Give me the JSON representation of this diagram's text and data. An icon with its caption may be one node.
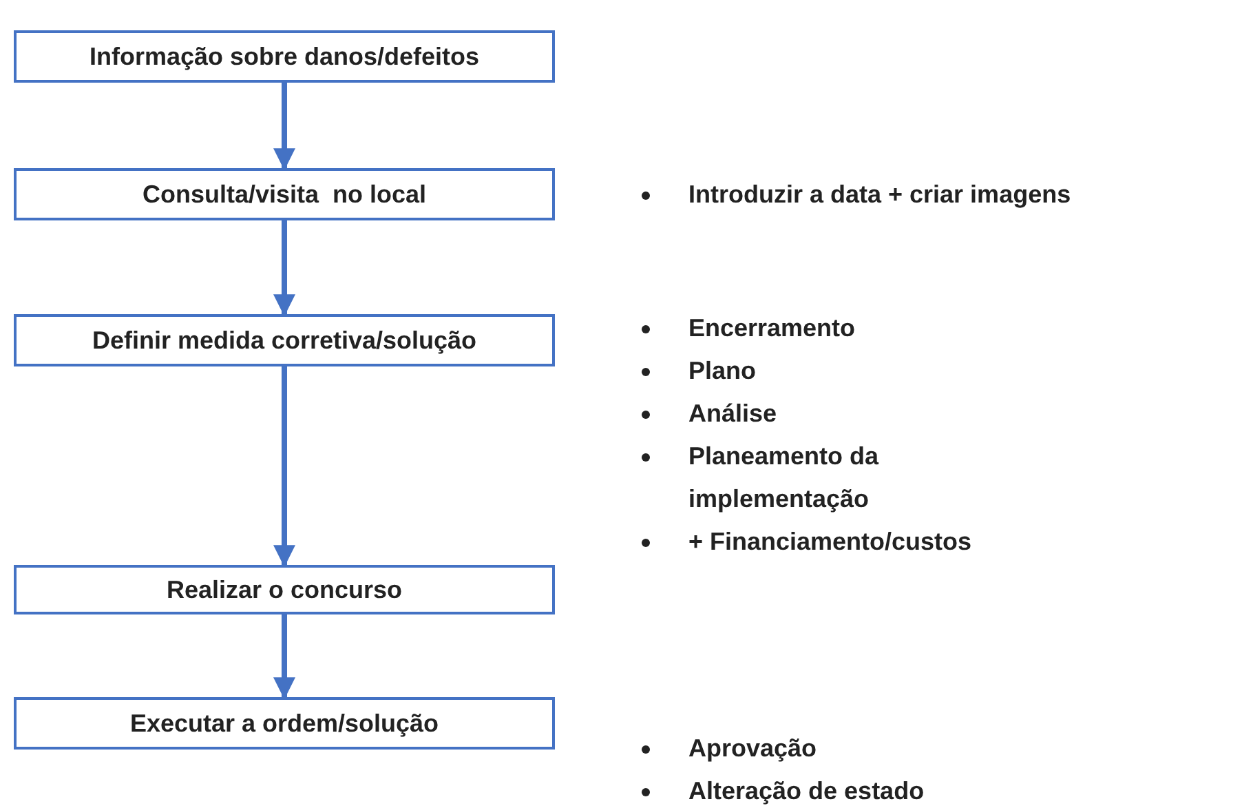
{
  "diagram": {
    "nodes": [
      {
        "text": [
          "Informação sobre danos/defeitos"
        ]
      },
      {
        "text": [
          "Consulta/visita  no local"
        ]
      },
      {
        "text": [
          "Definir medida corretiva/solução"
        ]
      },
      {
        "text": [
          "Realizar o concurso"
        ]
      },
      {
        "text": [
          "Executar a ordem/solução"
        ]
      }
    ],
    "edges": [
      {
        "from": 0,
        "to": 1,
        "arrow": "to"
      },
      {
        "from": 1,
        "to": 2,
        "arrow": "to"
      },
      {
        "from": 2,
        "to": 3,
        "arrow": "to"
      },
      {
        "from": 3,
        "to": 4,
        "arrow": "to"
      }
    ],
    "labels": [
      "Introduzir a data + criar imagens",
      "Encerramento",
      "Plano",
      "Análise",
      "Planeamento da implementação",
      "+ Financiamento/custos",
      "Aprovação",
      "Alteração de estado"
    ]
  }
}
